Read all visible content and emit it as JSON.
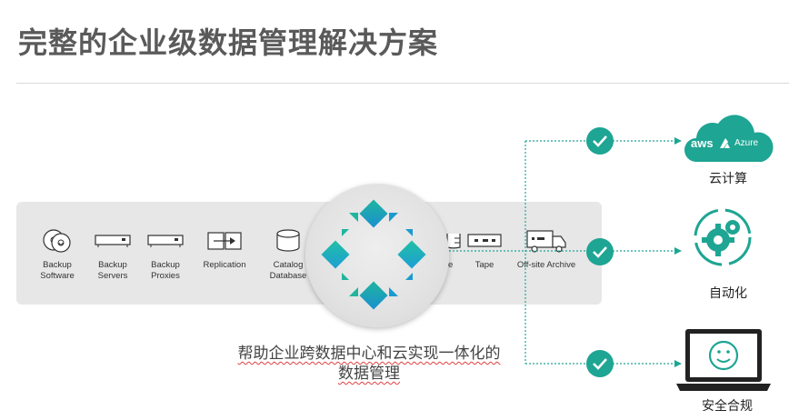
{
  "title": "完整的企业级数据管理解决方案",
  "pipeline": {
    "items": [
      {
        "label": "Backup\nSoftware",
        "icon": "backup-software-icon"
      },
      {
        "label": "Backup\nServers",
        "icon": "server-icon"
      },
      {
        "label": "Backup\nProxies",
        "icon": "proxy-icon"
      },
      {
        "label": "Replication",
        "icon": "replication-icon"
      },
      {
        "label": "Catalog\nDatabase",
        "icon": "database-icon"
      },
      {
        "label": "ge",
        "icon": "storage-icon"
      },
      {
        "label": "Tape",
        "icon": "tape-icon"
      },
      {
        "label": "Off-site Archive",
        "icon": "truck-icon"
      }
    ]
  },
  "hub": {
    "icon": "commvault-logo"
  },
  "tagline": {
    "line1": "帮助企业跨数据中心和云实现一体化的",
    "line2": "数据管理"
  },
  "destinations": {
    "cloud": {
      "label": "云计算",
      "aws": "aws",
      "azure": "Azure"
    },
    "automation": {
      "label": "自动化"
    },
    "compliance": {
      "label": "安全合规"
    }
  },
  "colors": {
    "teal": "#1ea593",
    "title": "#5a5a5a",
    "bar": "#e7e7e7"
  }
}
